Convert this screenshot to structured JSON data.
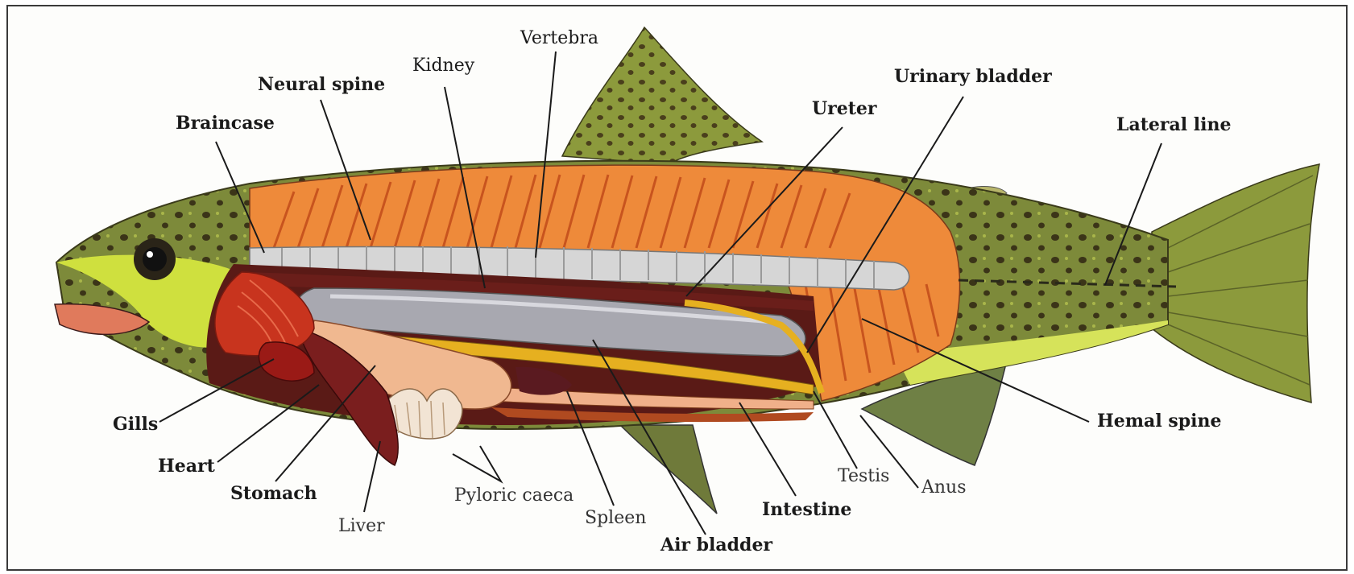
{
  "colors": {
    "background": "#fdfdfb",
    "skin_green": "#7d8a3a",
    "belly_yellow": "#d6e35a",
    "muscle_orange": "#ee8a3a",
    "vertebra_gray": "#d6d6d6",
    "air_bladder_gray": "#a8a8b0",
    "intestine_yellow": "#e6b020",
    "gill_red": "#c8341e",
    "liver_maroon": "#7a1e1e",
    "kidney_maroon": "#6a1e1a",
    "text": "#1a1a1a"
  },
  "labels": {
    "vertebra": "Vertebra",
    "kidney": "Kidney",
    "neural_spine": "Neural spine",
    "braincase": "Braincase",
    "ureter": "Ureter",
    "urinary_bladder": "Urinary bladder",
    "lateral_line": "Lateral line",
    "hemal_spine": "Hemal spine",
    "gills": "Gills",
    "heart": "Heart",
    "stomach": "Stomach",
    "liver": "Liver",
    "pyloric_caeca": "Pyloric caeca",
    "spleen": "Spleen",
    "air_bladder": "Air bladder",
    "intestine": "Intestine",
    "testis": "Testis",
    "anus": "Anus"
  }
}
